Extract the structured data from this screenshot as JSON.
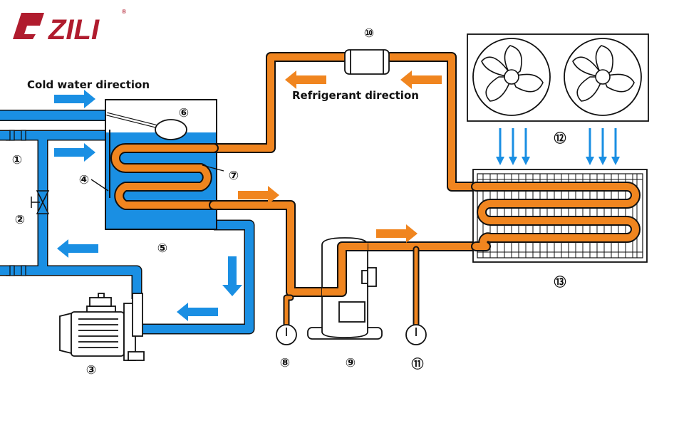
{
  "brand": {
    "logo_text": "ZILI",
    "registered_mark": "®",
    "color": "#b01c2e"
  },
  "labels": {
    "cold_water_direction": "Cold water direction",
    "refrigerant_direction": "Refrigerant direction"
  },
  "callouts": [
    {
      "id": "1",
      "text": "①"
    },
    {
      "id": "2",
      "text": "②"
    },
    {
      "id": "3",
      "text": "③"
    },
    {
      "id": "4",
      "text": "④"
    },
    {
      "id": "5",
      "text": "⑤"
    },
    {
      "id": "6",
      "text": "⑥"
    },
    {
      "id": "7",
      "text": "⑦"
    },
    {
      "id": "8",
      "text": "⑧"
    },
    {
      "id": "9",
      "text": "⑨"
    },
    {
      "id": "10",
      "text": "⑩"
    },
    {
      "id": "11",
      "text": "⑪"
    },
    {
      "id": "12",
      "text": "⑫"
    },
    {
      "id": "13",
      "text": "⑬"
    }
  ],
  "colors": {
    "water": "#1a8fe3",
    "refrigerant": "#f0851f",
    "outline": "#111111"
  }
}
